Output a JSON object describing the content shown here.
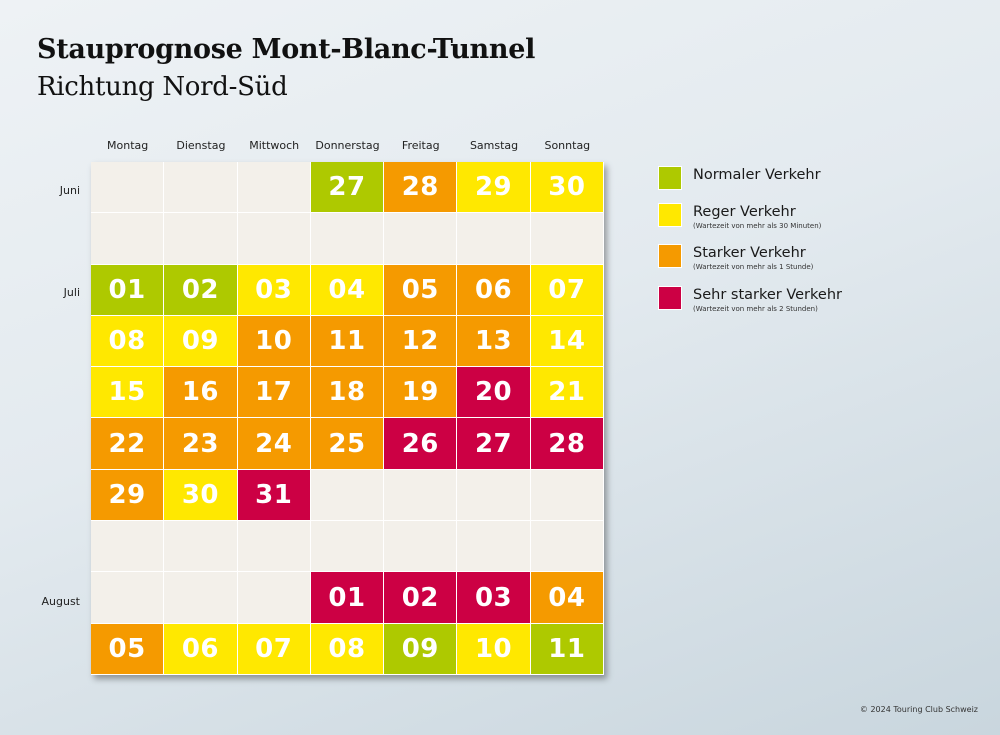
{
  "header": {
    "title": "Stauprognose Mont-Blanc-Tunnel",
    "subtitle": "Richtung Nord-Süd"
  },
  "days": [
    "Montag",
    "Dienstag",
    "Mittwoch",
    "Donnerstag",
    "Freitag",
    "Samstag",
    "Sonntag"
  ],
  "months": [
    {
      "label": "Juni",
      "row": 0
    },
    {
      "label": "Juli",
      "row": 2
    },
    {
      "label": "August",
      "row": 8
    }
  ],
  "colors": {
    "empty": "#f3f0ea",
    "green": "#aec900",
    "yellow": "#ffe800",
    "orange": "#f59a00",
    "red": "#cc0044"
  },
  "calendar": {
    "rows": [
      [
        [
          "",
          "empty"
        ],
        [
          "",
          "empty"
        ],
        [
          "",
          "empty"
        ],
        [
          "27",
          "green"
        ],
        [
          "28",
          "orange"
        ],
        [
          "29",
          "yellow"
        ],
        [
          "30",
          "yellow"
        ]
      ],
      [
        [
          "",
          "empty"
        ],
        [
          "",
          "empty"
        ],
        [
          "",
          "empty"
        ],
        [
          "",
          "empty"
        ],
        [
          "",
          "empty"
        ],
        [
          "",
          "empty"
        ],
        [
          "",
          "empty"
        ]
      ],
      [
        [
          "01",
          "green"
        ],
        [
          "02",
          "green"
        ],
        [
          "03",
          "yellow"
        ],
        [
          "04",
          "yellow"
        ],
        [
          "05",
          "orange"
        ],
        [
          "06",
          "orange"
        ],
        [
          "07",
          "yellow"
        ]
      ],
      [
        [
          "08",
          "yellow"
        ],
        [
          "09",
          "yellow"
        ],
        [
          "10",
          "orange"
        ],
        [
          "11",
          "orange"
        ],
        [
          "12",
          "orange"
        ],
        [
          "13",
          "orange"
        ],
        [
          "14",
          "yellow"
        ]
      ],
      [
        [
          "15",
          "yellow"
        ],
        [
          "16",
          "orange"
        ],
        [
          "17",
          "orange"
        ],
        [
          "18",
          "orange"
        ],
        [
          "19",
          "orange"
        ],
        [
          "20",
          "red"
        ],
        [
          "21",
          "yellow"
        ]
      ],
      [
        [
          "22",
          "orange"
        ],
        [
          "23",
          "orange"
        ],
        [
          "24",
          "orange"
        ],
        [
          "25",
          "orange"
        ],
        [
          "26",
          "red"
        ],
        [
          "27",
          "red"
        ],
        [
          "28",
          "red"
        ]
      ],
      [
        [
          "29",
          "orange"
        ],
        [
          "30",
          "yellow"
        ],
        [
          "31",
          "red"
        ],
        [
          "",
          "empty"
        ],
        [
          "",
          "empty"
        ],
        [
          "",
          "empty"
        ],
        [
          "",
          "empty"
        ]
      ],
      [
        [
          "",
          "empty"
        ],
        [
          "",
          "empty"
        ],
        [
          "",
          "empty"
        ],
        [
          "",
          "empty"
        ],
        [
          "",
          "empty"
        ],
        [
          "",
          "empty"
        ],
        [
          "",
          "empty"
        ]
      ],
      [
        [
          "",
          "empty"
        ],
        [
          "",
          "empty"
        ],
        [
          "",
          "empty"
        ],
        [
          "01",
          "red"
        ],
        [
          "02",
          "red"
        ],
        [
          "03",
          "red"
        ],
        [
          "04",
          "orange"
        ]
      ],
      [
        [
          "05",
          "orange"
        ],
        [
          "06",
          "yellow"
        ],
        [
          "07",
          "yellow"
        ],
        [
          "08",
          "yellow"
        ],
        [
          "09",
          "green"
        ],
        [
          "10",
          "yellow"
        ],
        [
          "11",
          "green"
        ]
      ]
    ]
  },
  "legend": [
    {
      "label": "Normaler Verkehr",
      "note": "",
      "color": "green"
    },
    {
      "label": "Reger Verkehr",
      "note": "(Wartezeit von mehr als 30 Minuten)",
      "color": "yellow"
    },
    {
      "label": "Starker Verkehr",
      "note": "(Wartezeit von mehr als 1 Stunde)",
      "color": "orange"
    },
    {
      "label": "Sehr starker Verkehr",
      "note": "(Wartezeit von mehr als 2 Stunden)",
      "color": "red"
    }
  ],
  "footer": {
    "copyright": "© 2024 Touring Club Schweiz"
  }
}
